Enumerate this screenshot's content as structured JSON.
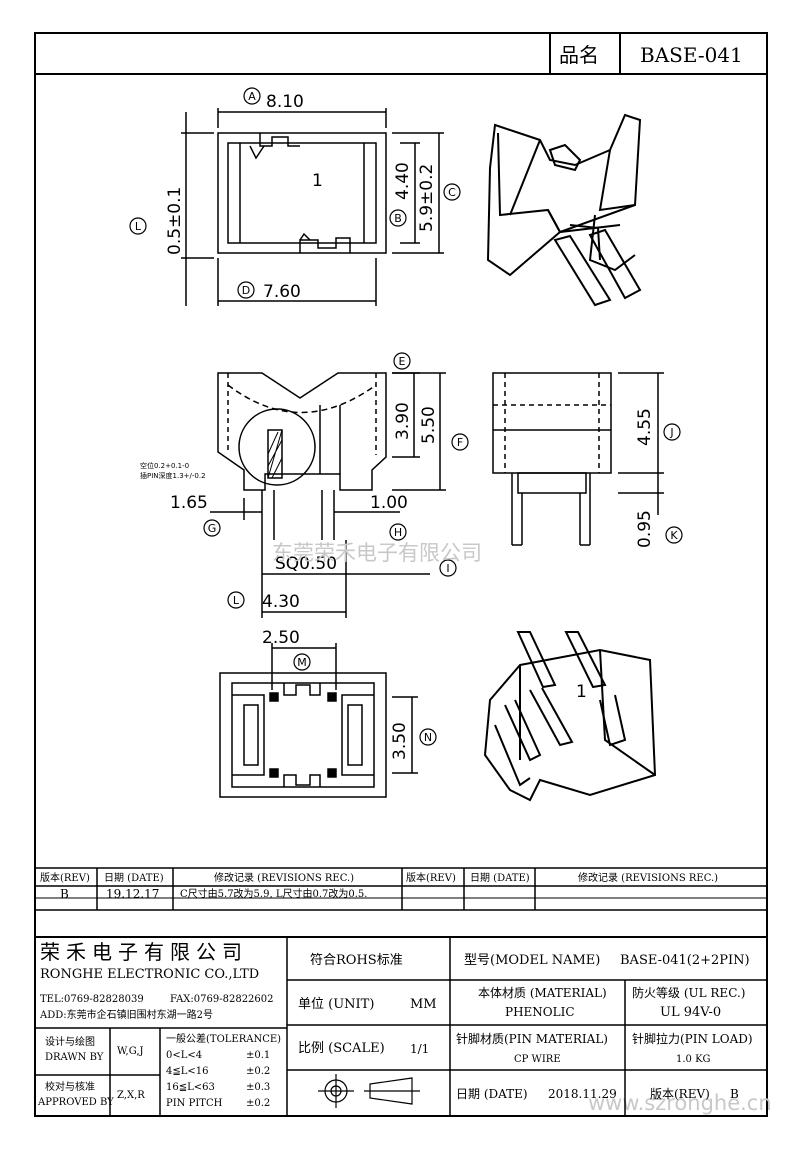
{
  "header": {
    "name_label": "品名",
    "part_number": "BASE-041"
  },
  "dimensions": {
    "A": "8.10",
    "B": "4.40",
    "C": "5.9±0.2",
    "D": "7.60",
    "L_top": "0.5±0.1",
    "E": "3.90",
    "F": "5.50",
    "G": "1.65",
    "H": "1.00",
    "I": "SQ0.50",
    "J": "4.55",
    "K": "0.95",
    "L": "4.30",
    "M": "2.50",
    "N": "3.50"
  },
  "circle_labels": [
    "A",
    "B",
    "C",
    "D",
    "E",
    "F",
    "G",
    "H",
    "I",
    "J",
    "K",
    "L",
    "M",
    "N"
  ],
  "pin_marker": "1",
  "notes": {
    "gap": "空位0.2+0.1-0",
    "thickness": "插PIN深度1.3+/-0.2"
  },
  "watermark_cn": "东莞荣禾电子有限公司",
  "watermark_url": "www.szronghe.cn",
  "revisions": {
    "headers": [
      "版本(REV)",
      "日期 (DATE)",
      "修改记录 (REVISIONS REC.)",
      "版本(REV)",
      "日期 (DATE)",
      "修改记录 (REVISIONS REC.)"
    ],
    "rows": [
      {
        "rev": "B",
        "date": "19.12.17",
        "rec": "C尺寸由5.7改为5.9, L尺寸由0.7改为0.5."
      }
    ]
  },
  "company": {
    "name_cn": "荣禾电子有限公司",
    "name_en": "RONGHE ELECTRONIC CO.,LTD",
    "tel": "TEL:0769-82828039",
    "fax": "FAX:0769-82822602",
    "address": "ADD:东莞市企石镇旧围村东湖一路2号"
  },
  "title_block": {
    "rohs": "符合ROHS标准",
    "model_label": "型号(MODEL NAME)",
    "model_value": "BASE-041(2+2PIN)",
    "unit_label": "单位 (UNIT)",
    "unit_value": "MM",
    "material_label": "本体材质 (MATERIAL)",
    "material_value": "PHENOLIC",
    "ul_label": "防火等级 (UL REC.)",
    "ul_value": "UL 94V-0",
    "scale_label": "比例 (SCALE)",
    "scale_value": "1/1",
    "pin_material_label": "针脚材质(PIN MATERIAL)",
    "pin_material_value": "CP WIRE",
    "pin_load_label": "针脚拉力(PIN LOAD)",
    "pin_load_value": "1.0 KG",
    "date_label": "日期 (DATE)",
    "date_value": "2018.11.29",
    "rev_label": "版本(REV)",
    "rev_value": "B",
    "drawn_cn": "设计与绘图",
    "drawn_en": "DRAWN BY",
    "drawn_value": "W,G,J",
    "approved_cn": "校对与核准",
    "approved_en": "APPROVED BY",
    "approved_value": "Z,X,R",
    "tolerance_label": "一般公差(TOLERANCE)",
    "tol_rows": [
      {
        "range": "0<L<4",
        "value": "±0.1"
      },
      {
        "range": "4≦L<16",
        "value": "±0.2"
      },
      {
        "range": "16≦L<63",
        "value": "±0.3"
      },
      {
        "range": "PIN PITCH",
        "value": "±0.2"
      }
    ]
  }
}
